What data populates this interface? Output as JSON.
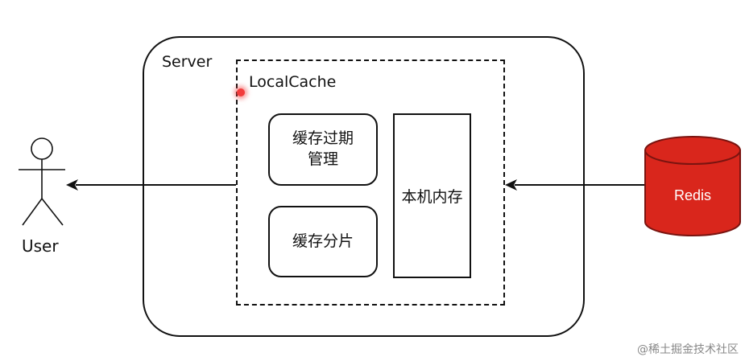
{
  "server": {
    "label": "Server"
  },
  "local_cache": {
    "label": "LocalCache",
    "expiry_box": {
      "line1": "缓存过期",
      "line2": "管理"
    },
    "shard_box": {
      "label": "缓存分片"
    },
    "memory_box": {
      "label": "本机内存"
    }
  },
  "user": {
    "label": "User"
  },
  "redis": {
    "label": "Redis",
    "color": "#d9261c"
  },
  "footer": {
    "text": "@稀土掘金技术社区"
  }
}
